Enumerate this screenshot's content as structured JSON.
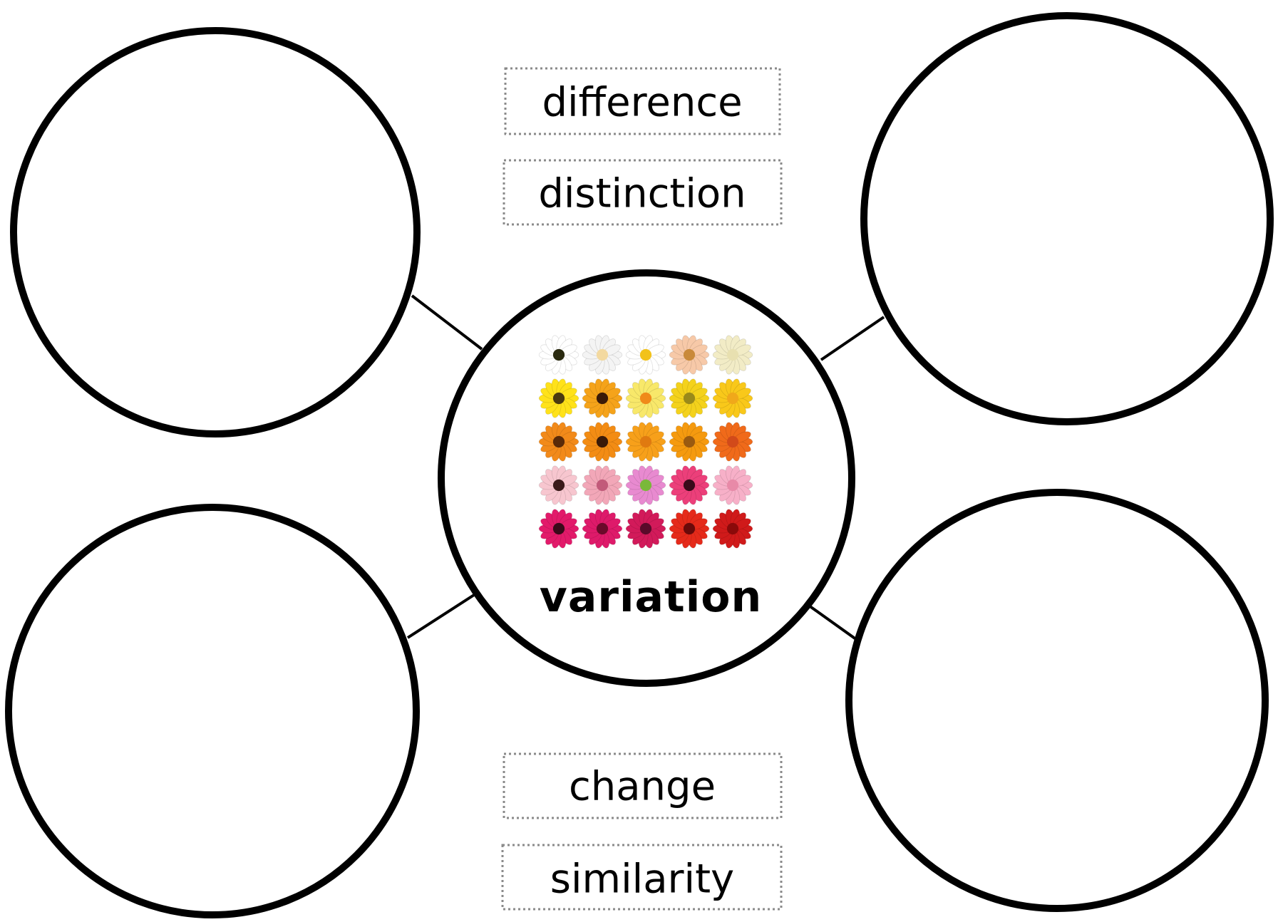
{
  "center": {
    "label": "variation",
    "image": "flower-grid-image",
    "flower_colors": [
      [
        "#ffffff",
        "#f4f4f4",
        "#ffffff",
        "#f7c9a8",
        "#f2ecc6"
      ],
      [
        "#ffe21a",
        "#f5a31a",
        "#f8e86a",
        "#f4d21c",
        "#f9c81a"
      ],
      [
        "#f28a1a",
        "#f38c14",
        "#f7a01a",
        "#f59a0f",
        "#f06a1a"
      ],
      [
        "#f7c6cf",
        "#f2a7b8",
        "#e88ad0",
        "#ec3f7a",
        "#f7b0c8"
      ],
      [
        "#e21a6a",
        "#de1a6a",
        "#d21a5a",
        "#e52a1a",
        "#d01a1a"
      ]
    ],
    "flower_centers": [
      [
        "#2a2a10",
        "#f3d9a0",
        "#f2c21a",
        "#c98a3a",
        "#e8e0b0"
      ],
      [
        "#4a3a10",
        "#3a1a08",
        "#f08a1a",
        "#9a8a1a",
        "#f0a81a"
      ],
      [
        "#5a2a08",
        "#3a1a08",
        "#e07a10",
        "#9a5a10",
        "#d24a1a"
      ],
      [
        "#3a1a1a",
        "#c25a7a",
        "#7ab83a",
        "#3a0a1a",
        "#e88aa8"
      ],
      [
        "#3a0a1a",
        "#6a0a2a",
        "#5a0a2a",
        "#6a0a0a",
        "#8a0a0a"
      ]
    ]
  },
  "words": [
    {
      "text": "difference"
    },
    {
      "text": "distinction"
    },
    {
      "text": "change"
    },
    {
      "text": "similarity"
    }
  ],
  "outer_circles": [
    {
      "name": "top-left",
      "content": ""
    },
    {
      "name": "top-right",
      "content": ""
    },
    {
      "name": "bottom-left",
      "content": ""
    },
    {
      "name": "bottom-right",
      "content": ""
    }
  ]
}
